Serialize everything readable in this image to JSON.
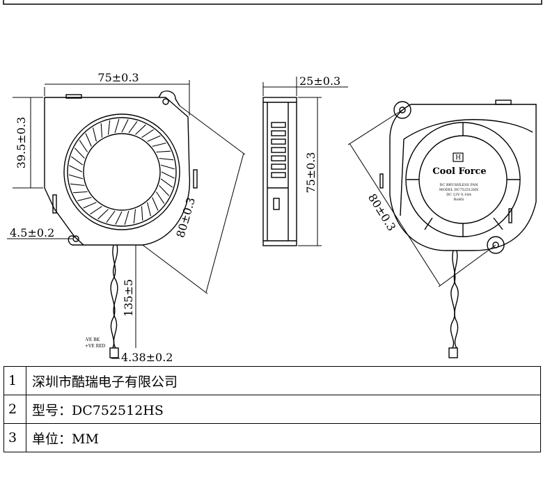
{
  "drawing": {
    "front_view": {
      "width_dim": "75±0.3",
      "height_dim": "39.5±0.3",
      "hole_dim": "4.5±0.2",
      "diagonal_dim": "80±0.3",
      "cable_dim": "135±5",
      "connector_dim": "4.38±0.2",
      "wire_labels": [
        "-VE BK",
        "+VE RED"
      ]
    },
    "side_view": {
      "thickness_dim": "25±0.3",
      "height_dim": "75±0.3"
    },
    "back_view": {
      "diagonal_dim": "80±0.3",
      "label_lines": [
        "DC BRUSHLESS FAN",
        "MODEL DC752512HS",
        "DC 12V 0.18A",
        "RoHS"
      ],
      "logo_text": "Cool Force"
    }
  },
  "spec_table": {
    "rows": [
      {
        "index": "1",
        "text": "深圳市酷瑞电子有限公司"
      },
      {
        "index": "2",
        "text": "型号：DC752512HS"
      },
      {
        "index": "3",
        "text": "单位：MM"
      }
    ]
  }
}
